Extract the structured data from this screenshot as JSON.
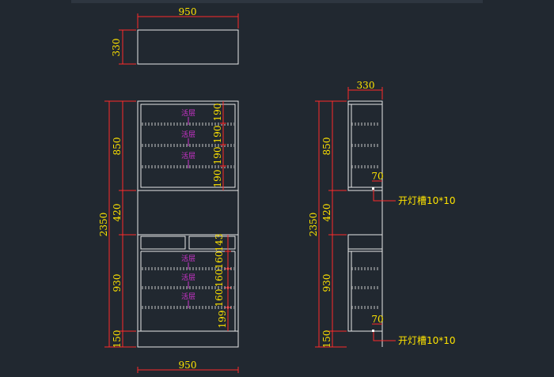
{
  "colors": {
    "background": "#212830",
    "dimension_text": "#ffe400",
    "dimension_line": "#ff2a2a",
    "outline": "#e8e8e8",
    "shelf_label": "#cc33cc"
  },
  "top_view": {
    "width_label": "950",
    "depth_label": "330"
  },
  "front_view": {
    "overall_height": "2350",
    "upper_section": "850",
    "middle_section": "420",
    "lower_section": "930",
    "plinth": "150",
    "bottom_width": "950",
    "upper_shelf_spacings": [
      "190",
      "190",
      "190",
      "190"
    ],
    "lower_shelf_spacings": [
      "143",
      "160",
      "160",
      "160",
      "199"
    ],
    "shelf_label": "活层"
  },
  "side_view": {
    "depth_label": "330",
    "overall_height": "2350",
    "upper_section": "850",
    "middle_section": "420",
    "lower_section": "930",
    "plinth": "150",
    "groove_offset_upper": "70",
    "groove_offset_lower": "70",
    "groove_note_upper": "开灯槽10*10",
    "groove_note_lower": "开灯槽10*10"
  }
}
